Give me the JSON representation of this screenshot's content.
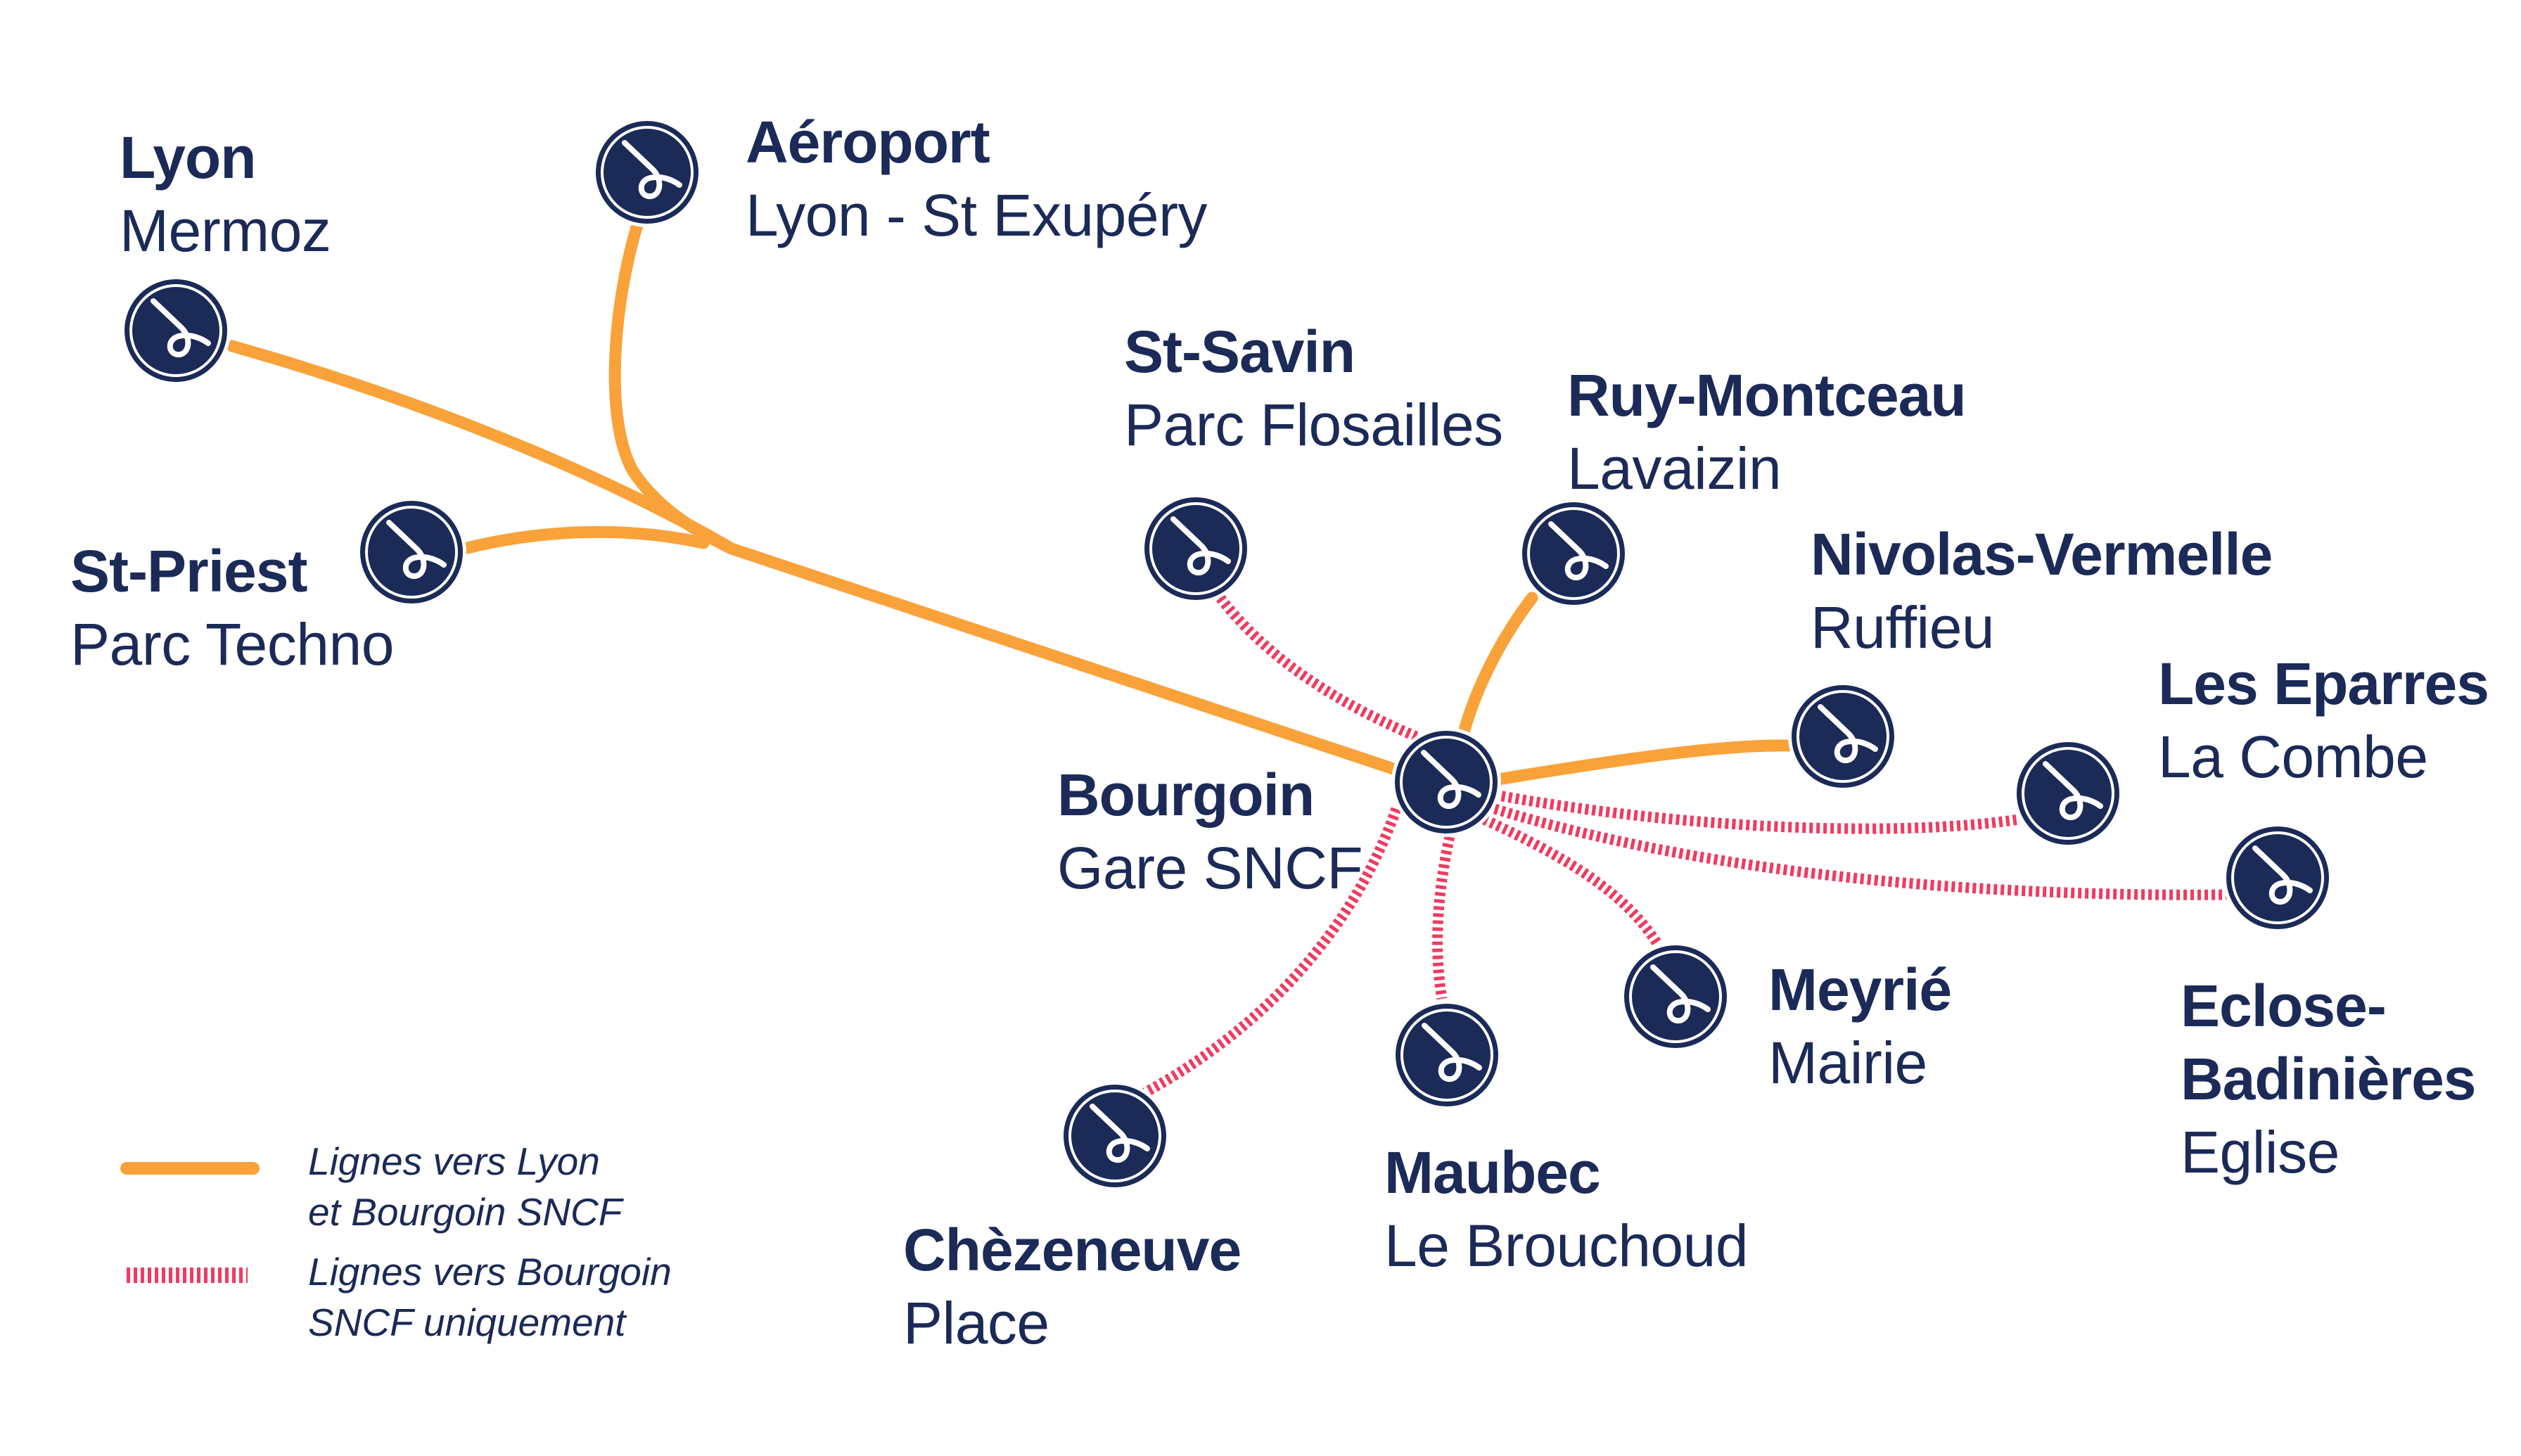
{
  "colors": {
    "navy": "#1b2a57",
    "orange_line": "#f9a23a",
    "red_line": "#ef3b60",
    "background": "#ffffff"
  },
  "stops": {
    "lyon": {
      "name": "Lyon",
      "sub": "Mermoz"
    },
    "aeroport": {
      "name": "Aéroport",
      "sub": "Lyon - St Exupéry"
    },
    "st_priest": {
      "name": "St-Priest",
      "sub": "Parc Techno"
    },
    "st_savin": {
      "name": "St-Savin",
      "sub": "Parc Flosailles"
    },
    "ruy_montceau": {
      "name": "Ruy-Montceau",
      "sub": "Lavaizin"
    },
    "nivolas": {
      "name": "Nivolas-Vermelle",
      "sub": "Ruffieu"
    },
    "eparres": {
      "name": "Les Eparres",
      "sub": "La Combe"
    },
    "bourgoin": {
      "name": "Bourgoin",
      "sub": "Gare SNCF"
    },
    "eclose": {
      "name": "Eclose-",
      "name2": "Badinières",
      "sub": "Eglise"
    },
    "meyrie": {
      "name": "Meyrié",
      "sub": "Mairie"
    },
    "maubec": {
      "name": "Maubec",
      "sub": "Le Brouchoud"
    },
    "chezeneuve": {
      "name": "Chèzeneuve",
      "sub": "Place"
    }
  },
  "icons": {
    "stop_marker": "loop-logo-icon"
  },
  "legend": {
    "orange": {
      "line1": "Lignes vers Lyon",
      "line2": "et Bourgoin SNCF"
    },
    "red": {
      "line1": "Lignes vers Bourgoin",
      "line2": "SNCF uniquement"
    }
  }
}
